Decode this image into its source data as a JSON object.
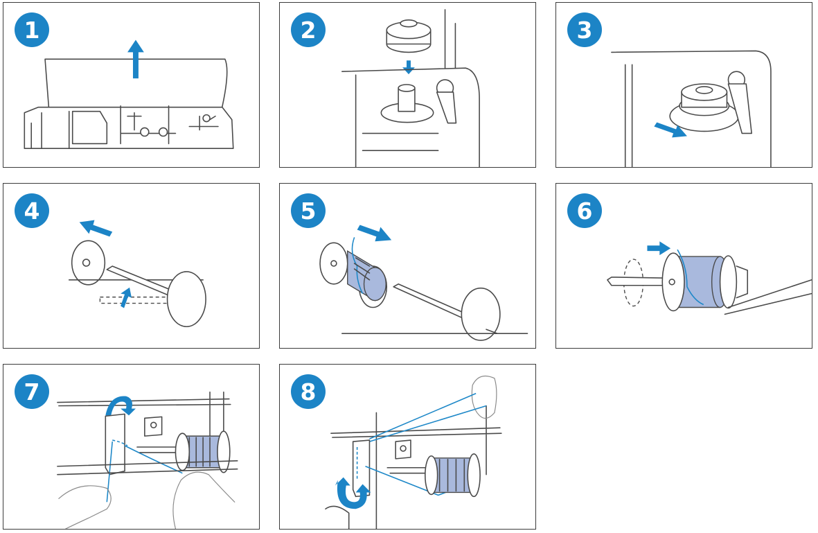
{
  "colors": {
    "accent": "#1c84c6",
    "thread": "#1e88c8",
    "spool": "#a9b9dd",
    "border": "#3a3a3a"
  },
  "steps": [
    {
      "number": "1"
    },
    {
      "number": "2"
    },
    {
      "number": "3"
    },
    {
      "number": "4"
    },
    {
      "number": "5"
    },
    {
      "number": "6"
    },
    {
      "number": "7"
    },
    {
      "number": "8"
    }
  ]
}
